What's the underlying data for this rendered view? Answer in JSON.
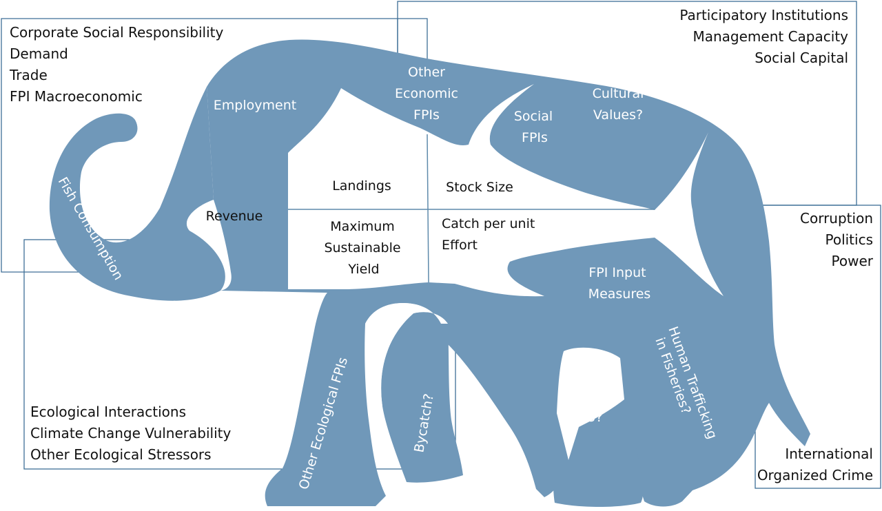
{
  "corner_lists": {
    "top_left": [
      "Corporate Social Responsibility",
      "Demand",
      "Trade",
      "FPI Macroeconomic"
    ],
    "top_right": [
      "Participatory Institutions",
      "Management Capacity",
      "Social Capital"
    ],
    "mid_right": [
      "Corruption",
      "Politics",
      "Power"
    ],
    "bottom_left": [
      "Ecological Interactions",
      "Climate Change Vulnerability",
      "Other Ecological Stressors"
    ],
    "bottom_right": [
      "International",
      "Organized Crime"
    ]
  },
  "elephant_labels": {
    "fish_consumption": "Fish Consumption",
    "employment": "Employment",
    "other_economic": [
      "Other",
      "Economic",
      "FPIs"
    ],
    "social_fpis": [
      "Social",
      "FPIs"
    ],
    "cultural_values": [
      "Cultural",
      "Values?"
    ],
    "fpi_input_measures": [
      "FPI Input",
      "Measures"
    ],
    "other_ecological_fpis": "Other Ecological FPIs",
    "bycatch": "Bycatch?",
    "iuu": "IUU?",
    "human_trafficking": [
      "Human Trafficking",
      "in Fisheries?"
    ]
  },
  "fish_labels": {
    "revenue": "Revenue",
    "landings": "Landings",
    "stock_size": "Stock Size",
    "msy": [
      "Maximum",
      "Sustainable",
      "Yield"
    ],
    "cpue": [
      "Catch per unit",
      "Effort"
    ]
  },
  "colors": {
    "elephant": "#7098b9",
    "box_stroke": "#3d6e96",
    "background": "#ffffff"
  }
}
